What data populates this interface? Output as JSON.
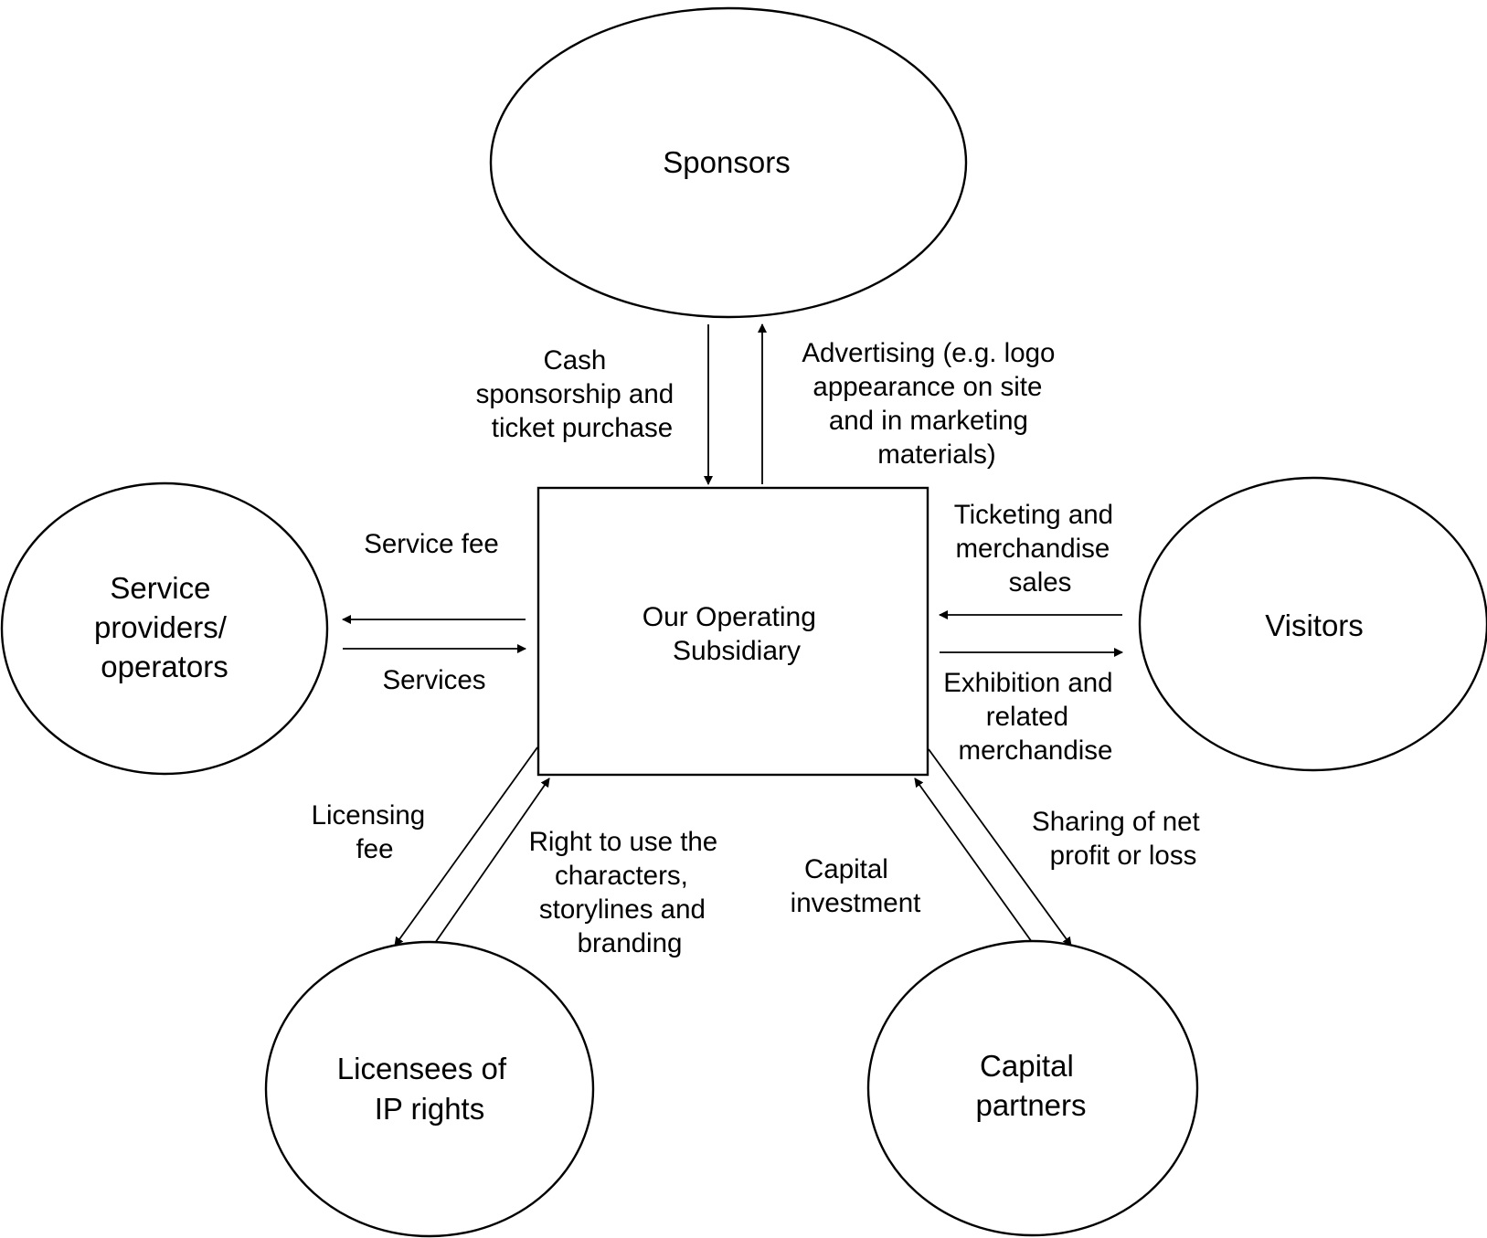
{
  "diagram": {
    "center": {
      "lines": [
        "Our Operating",
        "Subsidiary"
      ]
    },
    "nodes": {
      "sponsors": {
        "lines": [
          "Sponsors"
        ]
      },
      "service_providers": {
        "lines": [
          "Service",
          "providers/",
          "operators"
        ]
      },
      "visitors": {
        "lines": [
          "Visitors"
        ]
      },
      "licensees": {
        "lines": [
          "Licensees of",
          "IP rights"
        ]
      },
      "capital_partners": {
        "lines": [
          "Capital",
          "partners"
        ]
      }
    },
    "flows": {
      "cash_sponsorship": {
        "from": "Sponsors",
        "to": "Our Operating Subsidiary",
        "lines": [
          "Cash",
          "sponsorship and",
          "ticket purchase"
        ]
      },
      "advertising": {
        "from": "Our Operating Subsidiary",
        "to": "Sponsors",
        "lines": [
          "Advertising (e.g. logo",
          "appearance on site",
          "and in marketing",
          "materials)"
        ]
      },
      "service_fee": {
        "from": "Our Operating Subsidiary",
        "to": "Service providers/operators",
        "lines": [
          "Service fee"
        ]
      },
      "services": {
        "from": "Service providers/operators",
        "to": "Our Operating Subsidiary",
        "lines": [
          "Services"
        ]
      },
      "ticketing": {
        "from": "Visitors",
        "to": "Our Operating Subsidiary",
        "lines": [
          "Ticketing and",
          "merchandise",
          "sales"
        ]
      },
      "exhibition": {
        "from": "Our Operating Subsidiary",
        "to": "Visitors",
        "lines": [
          "Exhibition and",
          "related",
          "merchandise"
        ]
      },
      "licensing_fee": {
        "from": "Our Operating Subsidiary",
        "to": "Licensees of IP rights",
        "lines": [
          "Licensing",
          "fee"
        ]
      },
      "right_to_use": {
        "from": "Licensees of IP rights",
        "to": "Our Operating Subsidiary",
        "lines": [
          "Right to use the",
          "characters,",
          "storylines and",
          "branding"
        ]
      },
      "capital_investment": {
        "from": "Capital partners",
        "to": "Our Operating Subsidiary",
        "lines": [
          "Capital",
          "investment"
        ]
      },
      "profit_sharing": {
        "from": "Our Operating Subsidiary",
        "to": "Capital partners",
        "lines": [
          "Sharing of net",
          "profit or loss"
        ]
      }
    }
  }
}
